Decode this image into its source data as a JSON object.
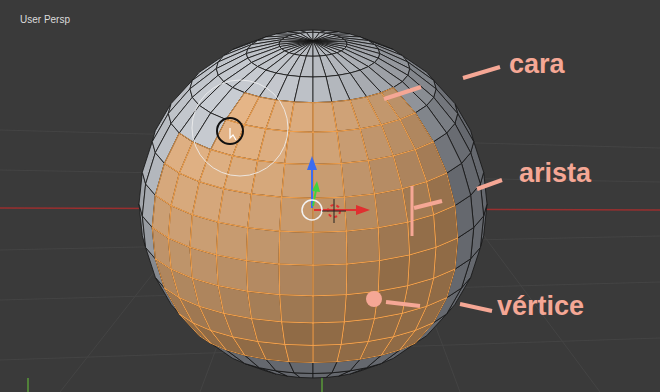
{
  "diagram": {
    "labels": [
      "User Persp",
      "cara",
      "arista",
      "vértice"
    ]
  }
}
